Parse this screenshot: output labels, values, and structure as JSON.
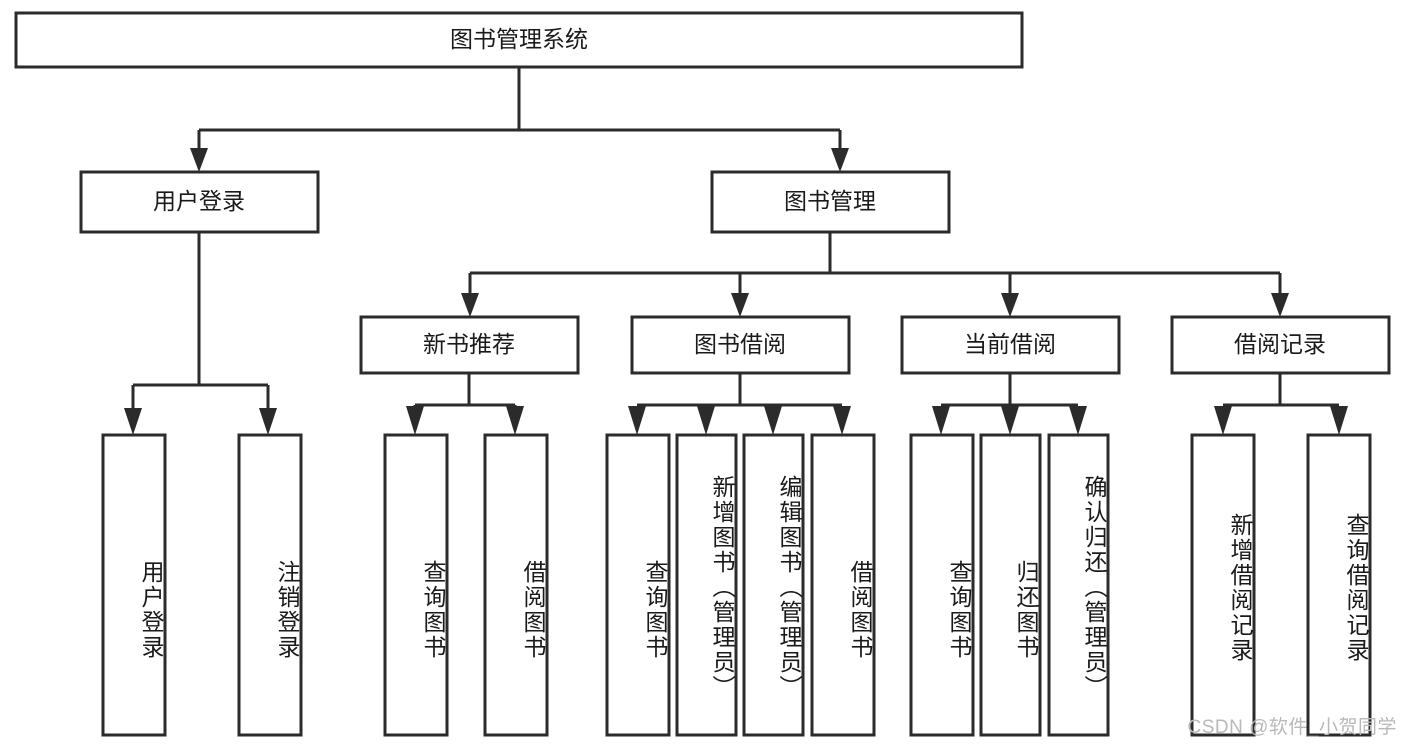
{
  "diagram": {
    "title": "图书管理系统",
    "watermark": "CSDN @软件_小贺同学",
    "colors": {
      "stroke": "#2b2b2b",
      "fill": "#ffffff",
      "text": "#1a1a1a",
      "watermark": "#b9b9b9",
      "background": "#ffffff"
    },
    "root": {
      "label": "图书管理系统"
    },
    "level2": [
      {
        "label": "用户登录"
      },
      {
        "label": "图书管理"
      }
    ],
    "level3": [
      {
        "label": "新书推荐"
      },
      {
        "label": "图书借阅"
      },
      {
        "label": "当前借阅"
      },
      {
        "label": "借阅记录"
      }
    ],
    "leaves": {
      "user_login": [
        {
          "label": "用户登录"
        },
        {
          "label": "注销登录"
        }
      ],
      "new_book_recommend": [
        {
          "label": "查询图书"
        },
        {
          "label": "借阅图书"
        }
      ],
      "book_borrow": [
        {
          "label": "查询图书"
        },
        {
          "label": "新增图书（管理员）"
        },
        {
          "label": "编辑图书（管理员）"
        },
        {
          "label": "借阅图书"
        }
      ],
      "current_borrow": [
        {
          "label": "查询图书"
        },
        {
          "label": "归还图书"
        },
        {
          "label": "确认归还（管理员）"
        }
      ],
      "borrow_record": [
        {
          "label": "新增借阅记录"
        },
        {
          "label": "查询借阅记录"
        }
      ]
    }
  }
}
